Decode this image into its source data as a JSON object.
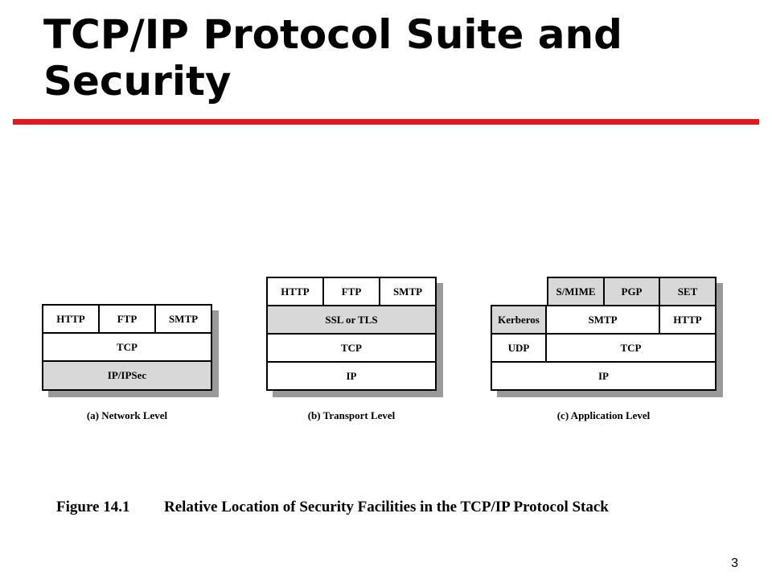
{
  "title": "TCP/IP Protocol Suite and Security",
  "accent_color": "#e5161b",
  "page_number": "3",
  "figure": {
    "number": "Figure 14.1",
    "text": "Relative Location of Security Facilities in the TCP/IP Protocol Stack"
  },
  "stacks": {
    "network": {
      "caption": "(a) Network Level",
      "rows": [
        [
          "HTTP",
          "FTP",
          "SMTP"
        ],
        [
          "TCP"
        ],
        [
          "IP/IPSec"
        ]
      ],
      "shaded": [
        "IP/IPSec"
      ]
    },
    "transport": {
      "caption": "(b) Transport Level",
      "rows": [
        [
          "HTTP",
          "FTP",
          "SMTP"
        ],
        [
          "SSL or TLS"
        ],
        [
          "TCP"
        ],
        [
          "IP"
        ]
      ],
      "shaded": [
        "SSL or TLS"
      ]
    },
    "application": {
      "caption": "(c) Application Level",
      "cells": {
        "smime": "S/MIME",
        "pgp": "PGP",
        "set": "SET",
        "kerberos": "Kerberos",
        "smtp": "SMTP",
        "http": "HTTP",
        "udp": "UDP",
        "tcp": "TCP",
        "ip": "IP"
      },
      "shaded": [
        "S/MIME",
        "PGP",
        "SET",
        "Kerberos"
      ]
    }
  }
}
